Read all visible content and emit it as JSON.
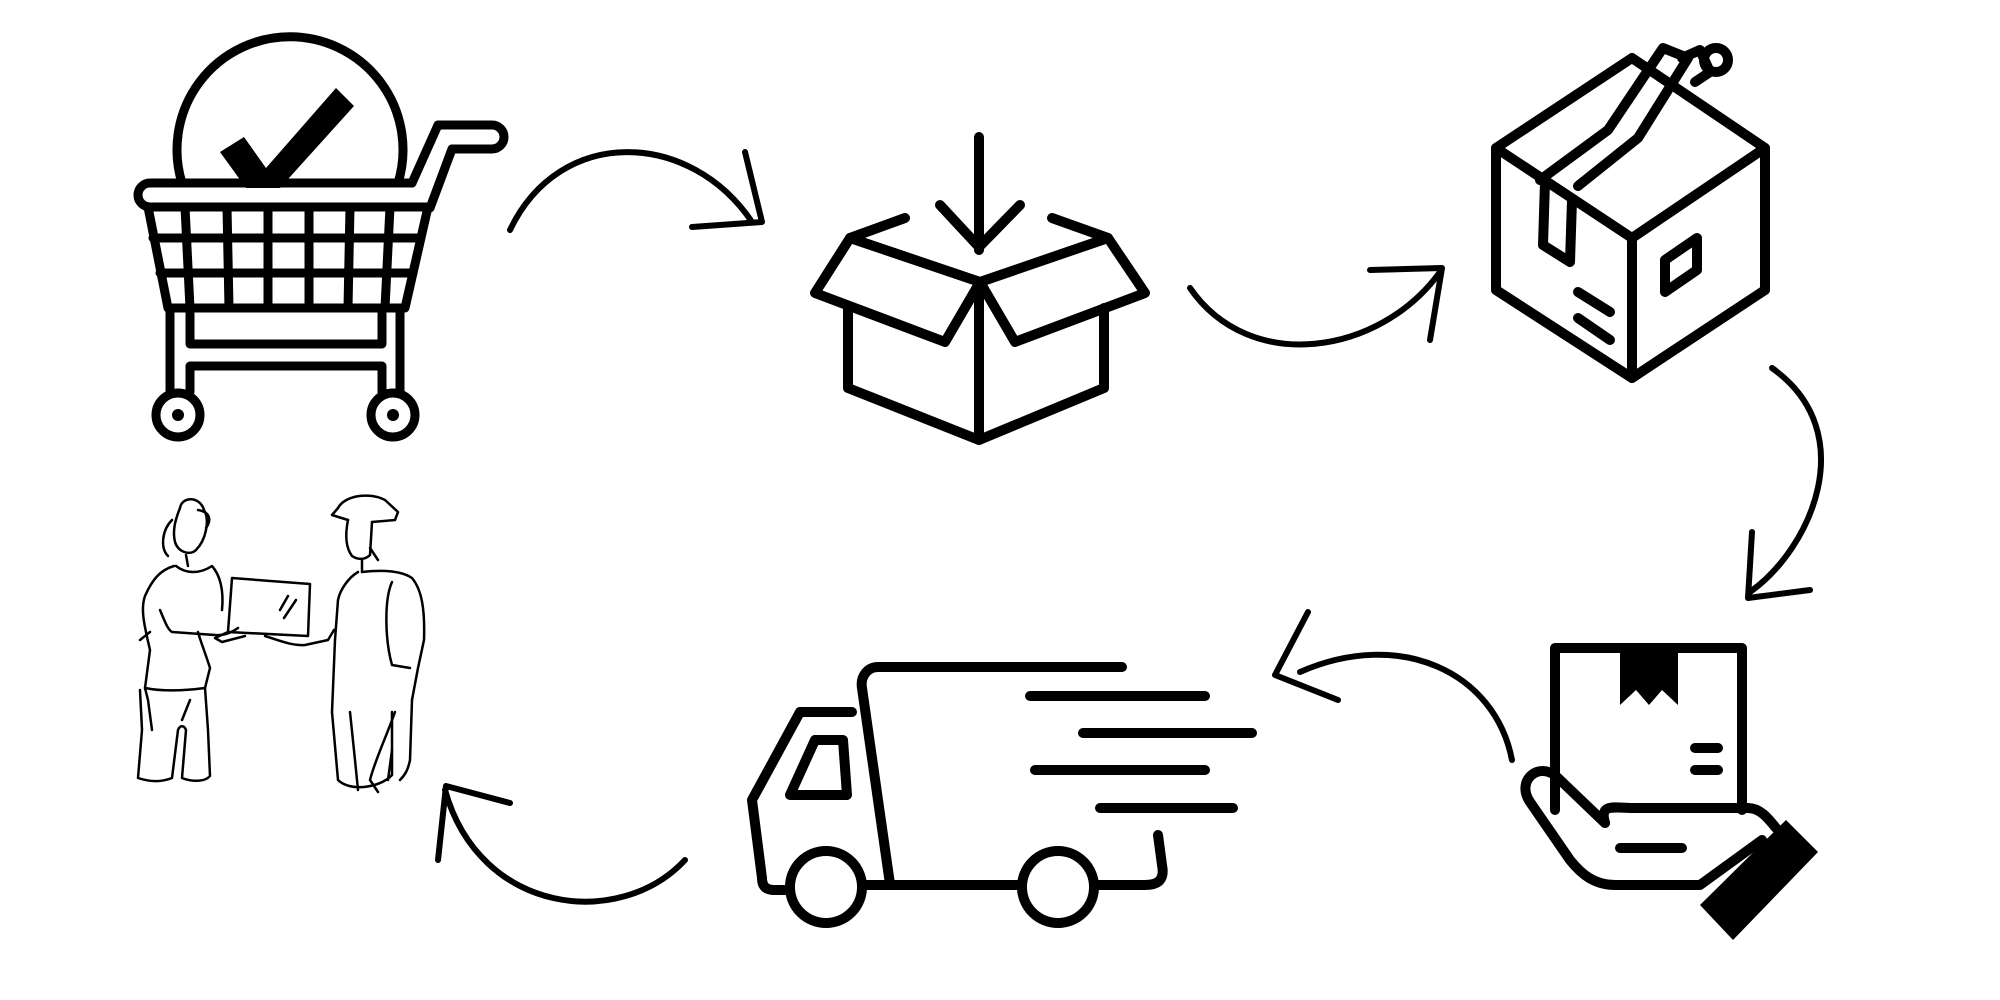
{
  "diagram": {
    "type": "cycle-process",
    "colors": {
      "ink": "#000000",
      "background": "#ffffff"
    },
    "steps": [
      {
        "id": "order",
        "icon": "shopping-cart-check-icon"
      },
      {
        "id": "pack",
        "icon": "box-loading-icon"
      },
      {
        "id": "seal",
        "icon": "taped-package-icon"
      },
      {
        "id": "handover",
        "icon": "hand-holding-package-icon"
      },
      {
        "id": "ship",
        "icon": "delivery-truck-icon"
      },
      {
        "id": "deliver",
        "icon": "courier-handing-package-icon"
      }
    ],
    "connectors": [
      {
        "from": "order",
        "to": "pack",
        "icon": "curved-arrow-icon"
      },
      {
        "from": "pack",
        "to": "seal",
        "icon": "curved-arrow-icon"
      },
      {
        "from": "seal",
        "to": "handover",
        "icon": "curved-arrow-icon"
      },
      {
        "from": "handover",
        "to": "ship",
        "icon": "curved-arrow-icon"
      },
      {
        "from": "ship",
        "to": "deliver",
        "icon": "curved-arrow-icon"
      }
    ]
  }
}
